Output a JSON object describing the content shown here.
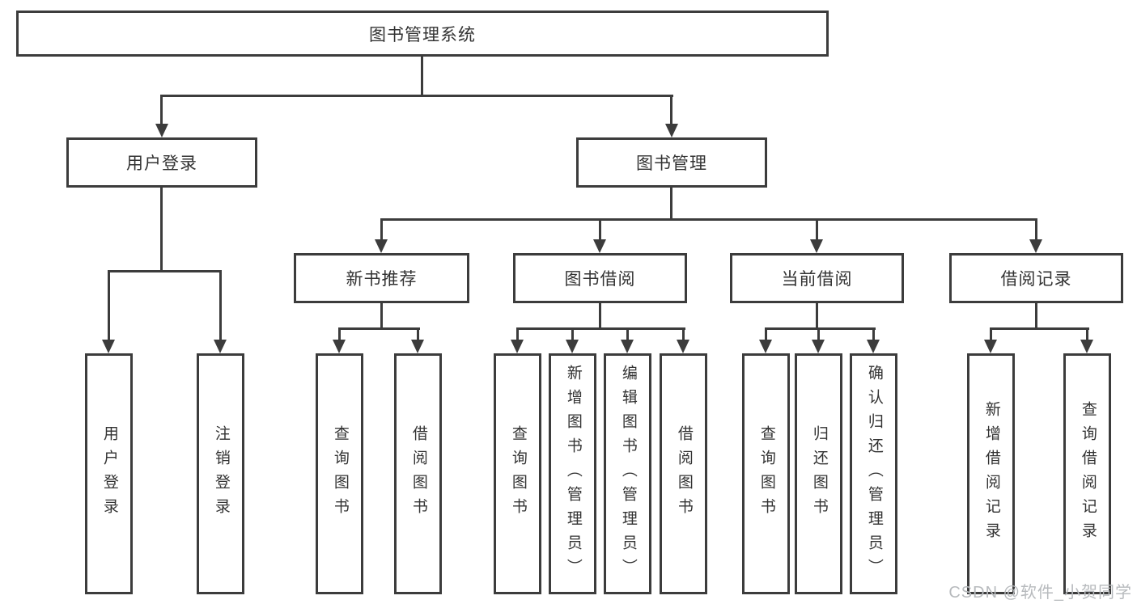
{
  "colors": {
    "line": "#3c3c3c",
    "text": "#333333",
    "watermark": "#b7babd"
  },
  "watermark": "CSDN @软件_小贺同学",
  "tree": {
    "root": {
      "label": "图书管理系统",
      "children": [
        {
          "label": "用户登录",
          "children": [
            {
              "label": "用户登录"
            },
            {
              "label": "注销登录"
            }
          ]
        },
        {
          "label": "图书管理",
          "children": [
            {
              "label": "新书推荐",
              "children": [
                {
                  "label": "查询图书"
                },
                {
                  "label": "借阅图书"
                }
              ]
            },
            {
              "label": "图书借阅",
              "children": [
                {
                  "label": "查询图书"
                },
                {
                  "label": "新增图书（管理员）"
                },
                {
                  "label": "编辑图书（管理员）"
                },
                {
                  "label": "借阅图书"
                }
              ]
            },
            {
              "label": "当前借阅",
              "children": [
                {
                  "label": "查询图书"
                },
                {
                  "label": "归还图书"
                },
                {
                  "label": "确认归还（管理员）"
                }
              ]
            },
            {
              "label": "借阅记录",
              "children": [
                {
                  "label": "新增借阅记录"
                },
                {
                  "label": "查询借阅记录"
                }
              ]
            }
          ]
        }
      ]
    }
  }
}
